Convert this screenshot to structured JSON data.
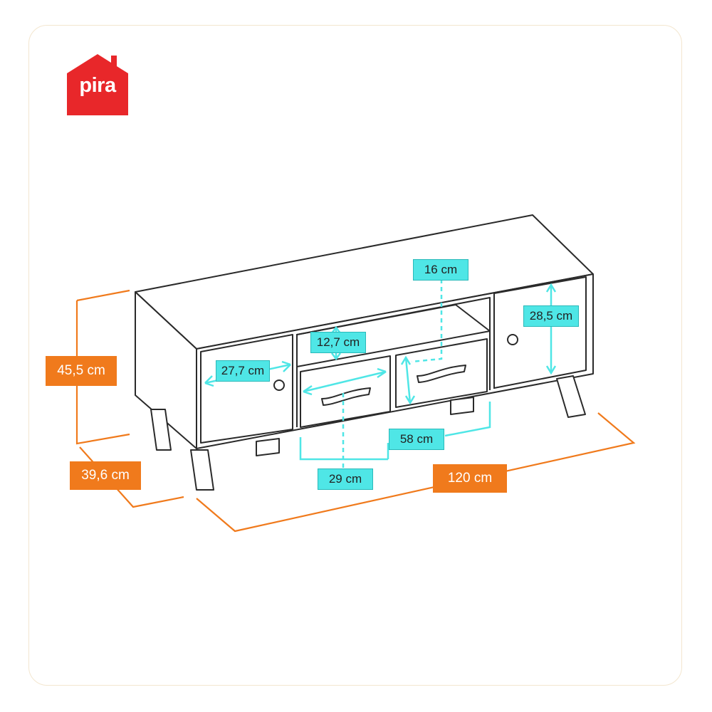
{
  "brand": {
    "name": "pira",
    "color": "#e8272a"
  },
  "colors": {
    "overall_dimension": "#f07a1c",
    "interior_dimension": "#4fe6e6",
    "outline": "#2a2a2a"
  },
  "dimensions": {
    "height": "45,5 cm",
    "depth": "39,6 cm",
    "width": "120 cm",
    "door_width": "27,7 cm",
    "niche_height": "12,7 cm",
    "drawer_height": "16 cm",
    "door_height": "28,5 cm",
    "drawers_width": "58 cm",
    "drawer_width": "29 cm"
  }
}
